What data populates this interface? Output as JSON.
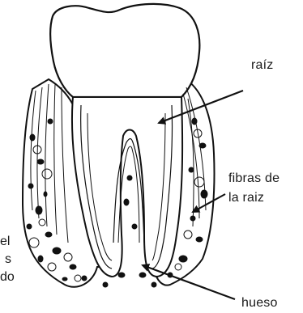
{
  "labels": {
    "raiz": "raíz",
    "fibras_line1": "fibras de",
    "fibras_line2": "la raiz",
    "hueso": "hueso"
  },
  "cut_off_text": {
    "line1": "el",
    "line2": "s",
    "line3": "do"
  }
}
